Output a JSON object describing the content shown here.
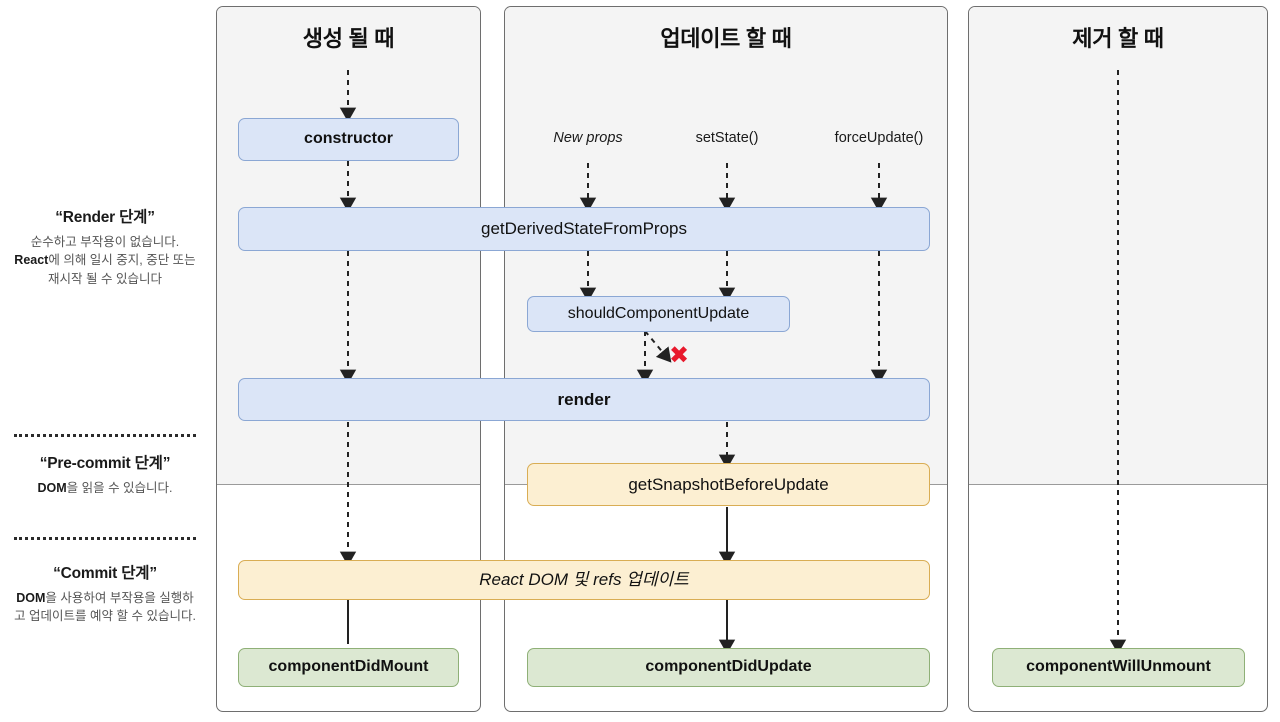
{
  "legend": [
    {
      "id": "render-phase",
      "title": "“Render 단계”",
      "desc_pre": "순수하고 부작용이 없습니다. ",
      "desc_strong": "React",
      "desc_post": "에 의해 일시 중지, 중단 또는 재시작 될 수 있습니다"
    },
    {
      "id": "pre-commit-phase",
      "title": "“Pre-commit 단계”",
      "desc_pre": "",
      "desc_strong": "DOM",
      "desc_post": "을 읽을 수 있습니다."
    },
    {
      "id": "commit-phase",
      "title": "“Commit 단계”",
      "desc_pre": "",
      "desc_strong": "DOM",
      "desc_post": "을 사용하여 부작용을 실행하고 업데이트를 예약 할 수 있습니다."
    }
  ],
  "panels": [
    {
      "id": "mounting",
      "title": "생성 될 때"
    },
    {
      "id": "updating",
      "title": "업데이트 할 때"
    },
    {
      "id": "unmounting",
      "title": "제거 할 때"
    }
  ],
  "triggers": [
    {
      "id": "new-props",
      "label": "New props",
      "italic": true
    },
    {
      "id": "set-state",
      "label": "setState()",
      "italic": false
    },
    {
      "id": "force-update",
      "label": "forceUpdate()",
      "italic": false
    }
  ],
  "nodes": [
    {
      "id": "constructor",
      "label": "constructor",
      "color": "blue",
      "bold": true,
      "italic": false
    },
    {
      "id": "get-derived-state",
      "label": "getDerivedStateFromProps",
      "color": "blue",
      "bold": false,
      "italic": false
    },
    {
      "id": "should-component-update",
      "label": "shouldComponentUpdate",
      "color": "blue",
      "bold": false,
      "italic": false
    },
    {
      "id": "render",
      "label": "render",
      "color": "blue",
      "bold": true,
      "italic": false
    },
    {
      "id": "get-snapshot",
      "label": "getSnapshotBeforeUpdate",
      "color": "orange",
      "bold": false,
      "italic": false
    },
    {
      "id": "react-dom-refs",
      "label": "React DOM 및 refs 업데이트",
      "color": "orange",
      "bold": false,
      "italic": true
    },
    {
      "id": "component-did-mount",
      "label": "componentDidMount",
      "color": "green",
      "bold": true,
      "italic": false
    },
    {
      "id": "component-did-update",
      "label": "componentDidUpdate",
      "color": "green",
      "bold": true,
      "italic": false
    },
    {
      "id": "component-will-unmount",
      "label": "componentWillUnmount",
      "color": "green",
      "bold": true,
      "italic": false
    }
  ],
  "markers": {
    "abort_x": "✖"
  },
  "colors": {
    "blue_fill": "#dbe5f7",
    "blue_border": "#8ba7d4",
    "orange_fill": "#fcefd2",
    "orange_border": "#d9ad54",
    "green_fill": "#dce8d2",
    "green_border": "#8fb077",
    "panel_top_bg": "#f4f4f4",
    "panel_border": "#6e6e6e",
    "x_red": "#e8192c",
    "text": "#111111",
    "muted_text": "#555555"
  }
}
